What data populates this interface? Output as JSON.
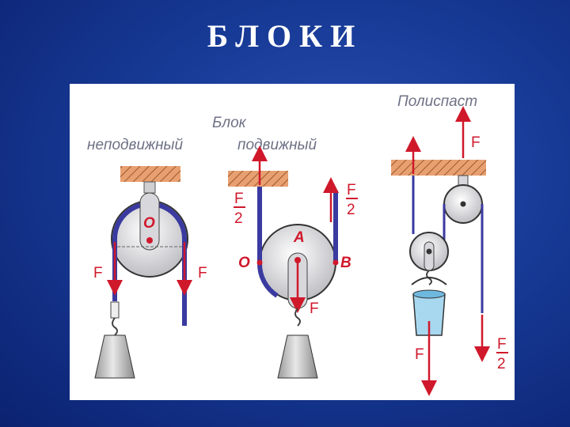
{
  "slide": {
    "title": "БЛОКИ"
  },
  "diagram": {
    "header": {
      "block": "Блок",
      "fixed": "неподвижный",
      "movable": "подвижный",
      "pulley_system": "Полиспаст"
    },
    "fixed_block": {
      "center": "O",
      "force_left": "F",
      "force_right": "F"
    },
    "movable_block": {
      "center": "A",
      "point_o": "O",
      "point_b": "B",
      "force_down": "F",
      "half_num": "F",
      "half_den": "2",
      "half_num_r": "F",
      "half_den_r": "2"
    },
    "polyspast": {
      "force_top": "F",
      "force_load": "F",
      "half_num": "F",
      "half_den": "2"
    },
    "colors": {
      "rope": "#3a3aa0",
      "force": "#d0182b",
      "wheel": "#efefef",
      "ceiling": "#e8a070",
      "bucket": "#a8d8f0"
    }
  }
}
